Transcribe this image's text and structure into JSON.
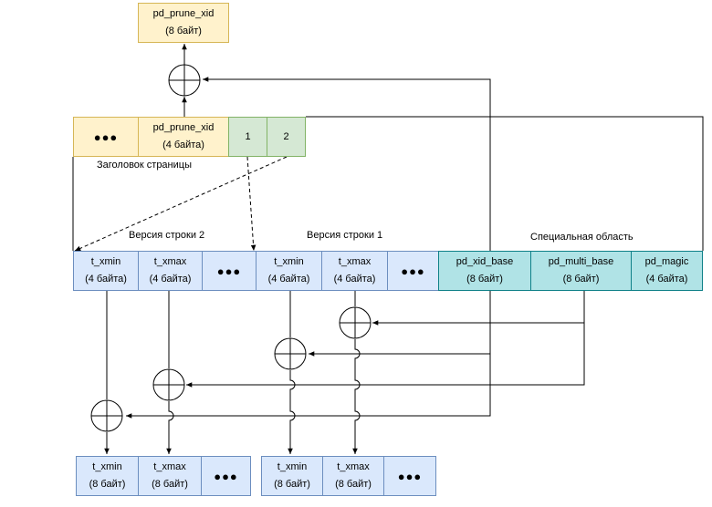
{
  "prune_top": {
    "name": "pd_prune_xid",
    "size": "(8 байт)"
  },
  "header": {
    "dots": "●●●",
    "prune": {
      "name": "pd_prune_xid",
      "size": "(4 байта)"
    },
    "slot1": "1",
    "slot2": "2",
    "caption": "Заголовок страницы"
  },
  "page_row": {
    "version2_label": "Версия строки 2",
    "version1_label": "Версия строки 1",
    "special_label": "Специальная область",
    "v2_xmin": {
      "name": "t_xmin",
      "size": "(4 байта)"
    },
    "v2_xmax": {
      "name": "t_xmax",
      "size": "(4 байта)"
    },
    "v1_xmin": {
      "name": "t_xmin",
      "size": "(4 байта)"
    },
    "v1_xmax": {
      "name": "t_xmax",
      "size": "(4 байта)"
    },
    "dots": "●●●",
    "xid_base": {
      "name": "pd_xid_base",
      "size": "(8 байт)"
    },
    "multi_base": {
      "name": "pd_multi_base",
      "size": "(8 байт)"
    },
    "magic": {
      "name": "pd_magic",
      "size": "(4 байта)"
    }
  },
  "result_row": {
    "a_xmin": {
      "name": "t_xmin",
      "size": "(8 байт)"
    },
    "a_xmax": {
      "name": "t_xmax",
      "size": "(8 байт)"
    },
    "b_xmin": {
      "name": "t_xmin",
      "size": "(8 байт)"
    },
    "b_xmax": {
      "name": "t_xmax",
      "size": "(8 байт)"
    },
    "dots": "●●●"
  },
  "colors": {
    "yellow_fill": "#fff2cc",
    "yellow_stroke": "#d6b656",
    "green_fill": "#d5e8d4",
    "green_stroke": "#82b366",
    "blue_fill": "#dae8fc",
    "blue_stroke": "#6c8ebf",
    "teal_fill": "#b0e3e6",
    "teal_stroke": "#0e8088"
  }
}
